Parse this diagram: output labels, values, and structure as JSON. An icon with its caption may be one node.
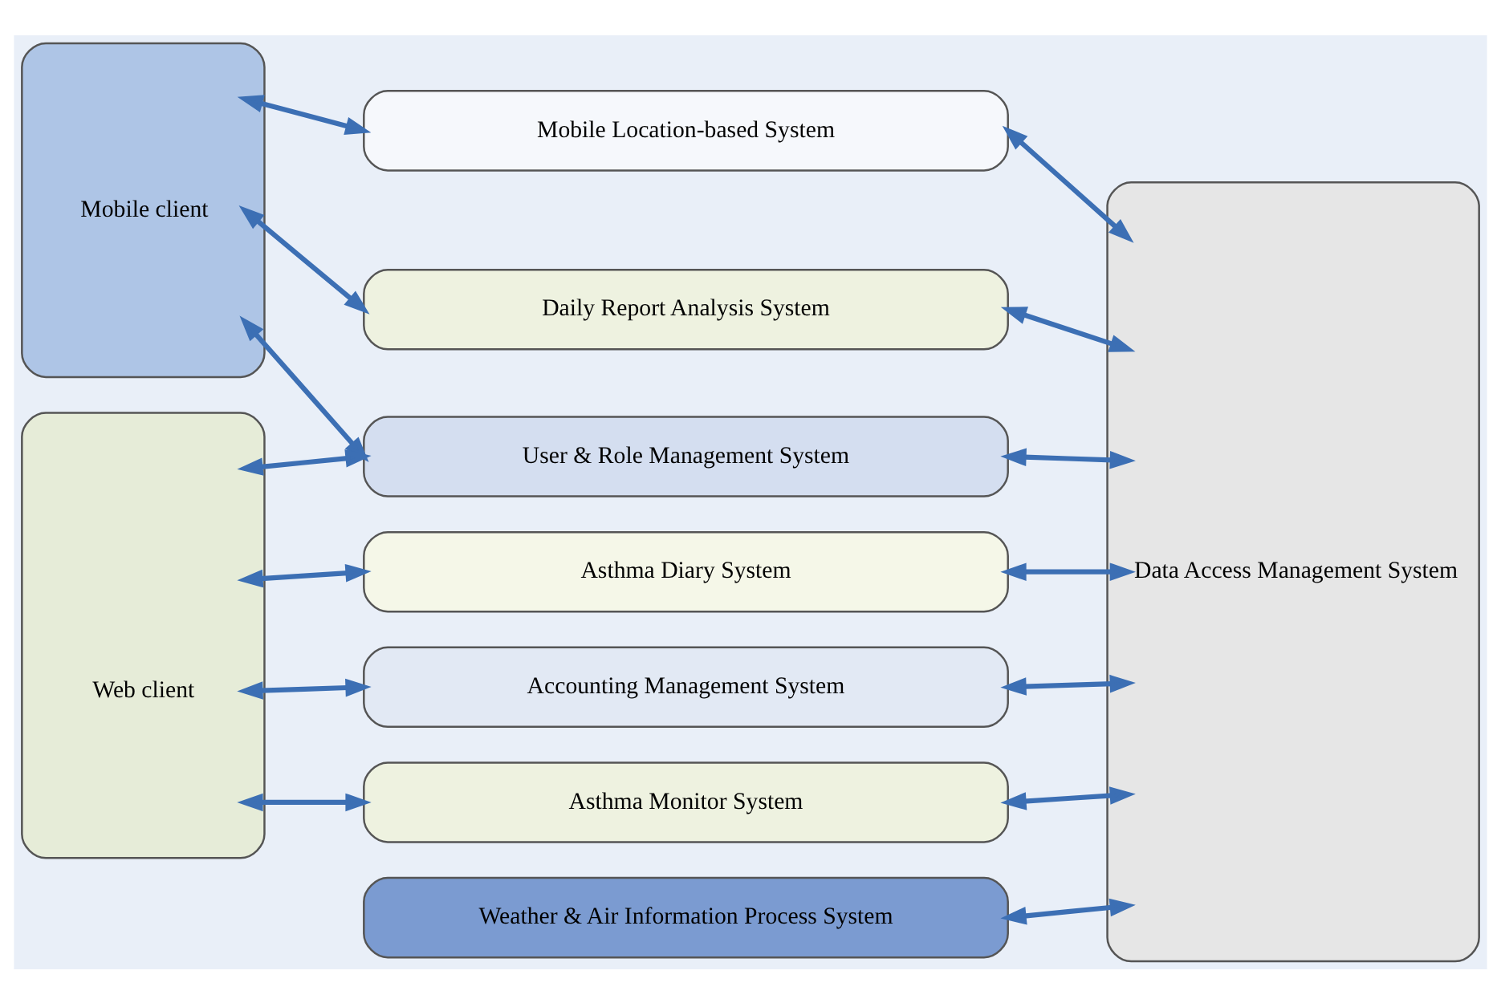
{
  "diagram": {
    "nodes": [
      {
        "text": [
          "Mobile client"
        ]
      },
      {
        "text": [
          "Web client"
        ]
      },
      {
        "text": [
          "Mobile Location-based System"
        ]
      },
      {
        "text": [
          "Daily Report Analysis System"
        ]
      },
      {
        "text": [
          "User & Role Management System"
        ]
      },
      {
        "text": [
          "Asthma Diary System"
        ]
      },
      {
        "text": [
          "Accounting Management System"
        ]
      },
      {
        "text": [
          "Asthma Monitor System"
        ]
      },
      {
        "text": [
          "Weather & Air Information Process System"
        ]
      },
      {
        "text": [
          "Data Access Management System"
        ]
      }
    ],
    "edges": [
      {
        "from": 0,
        "to": 2,
        "arrow": "both"
      },
      {
        "from": 2,
        "to": 9,
        "arrow": "both"
      },
      {
        "from": 0,
        "to": 3,
        "arrow": "both"
      },
      {
        "from": 3,
        "to": 9,
        "arrow": "both"
      },
      {
        "from": 0,
        "to": 4,
        "arrow": "both"
      },
      {
        "from": 1,
        "to": 4,
        "arrow": "both"
      },
      {
        "from": 4,
        "to": 9,
        "arrow": "both"
      },
      {
        "from": 1,
        "to": 5,
        "arrow": "both"
      },
      {
        "from": 5,
        "to": 9,
        "arrow": "both"
      },
      {
        "from": 1,
        "to": 6,
        "arrow": "both"
      },
      {
        "from": 6,
        "to": 9,
        "arrow": "both"
      },
      {
        "from": 1,
        "to": 7,
        "arrow": "both"
      },
      {
        "from": 7,
        "to": 9,
        "arrow": "both"
      },
      {
        "from": 8,
        "to": 9,
        "arrow": "both"
      }
    ]
  }
}
